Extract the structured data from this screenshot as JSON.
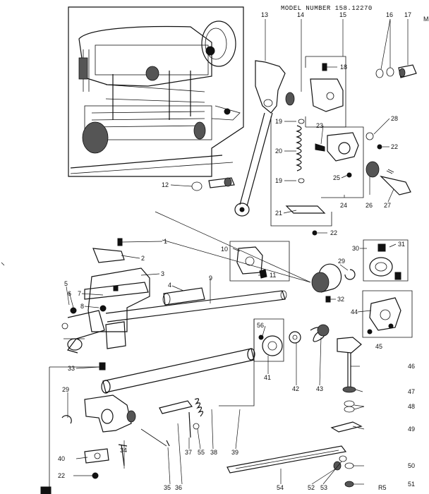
{
  "header": {
    "model_text": "MODEL NUMBER 158.12270",
    "edge_char": "M"
  },
  "footer": {
    "code": "R5"
  },
  "part_labels": [
    {
      "id": "p13",
      "text": "13"
    },
    {
      "id": "p14",
      "text": "14"
    },
    {
      "id": "p15",
      "text": "15"
    },
    {
      "id": "p16",
      "text": "16"
    },
    {
      "id": "p17",
      "text": "17"
    },
    {
      "id": "p18",
      "text": "18"
    },
    {
      "id": "p19a",
      "text": "19"
    },
    {
      "id": "p20",
      "text": "20"
    },
    {
      "id": "p19b",
      "text": "19"
    },
    {
      "id": "p21",
      "text": "21"
    },
    {
      "id": "p22a",
      "text": "22"
    },
    {
      "id": "p23",
      "text": "23"
    },
    {
      "id": "p28",
      "text": "28"
    },
    {
      "id": "p22b",
      "text": "22"
    },
    {
      "id": "p25",
      "text": "25"
    },
    {
      "id": "p24",
      "text": "24"
    },
    {
      "id": "p26",
      "text": "26"
    },
    {
      "id": "p27",
      "text": "27"
    },
    {
      "id": "p12",
      "text": "12"
    },
    {
      "id": "p10",
      "text": "10"
    },
    {
      "id": "p11",
      "text": "11"
    },
    {
      "id": "p1",
      "text": "1"
    },
    {
      "id": "p2",
      "text": "2"
    },
    {
      "id": "p3",
      "text": "3"
    },
    {
      "id": "p4",
      "text": "4"
    },
    {
      "id": "p9",
      "text": "9"
    },
    {
      "id": "p5",
      "text": "5"
    },
    {
      "id": "p6",
      "text": "6"
    },
    {
      "id": "p7",
      "text": "7"
    },
    {
      "id": "p8",
      "text": "8"
    },
    {
      "id": "p30",
      "text": "30"
    },
    {
      "id": "p31",
      "text": "31"
    },
    {
      "id": "p29a",
      "text": "29"
    },
    {
      "id": "p32",
      "text": "32"
    },
    {
      "id": "p44",
      "text": "44"
    },
    {
      "id": "p45",
      "text": "45"
    },
    {
      "id": "p56",
      "text": "56"
    },
    {
      "id": "p41",
      "text": "41"
    },
    {
      "id": "p42",
      "text": "42"
    },
    {
      "id": "p43",
      "text": "43"
    },
    {
      "id": "p46",
      "text": "46"
    },
    {
      "id": "p47",
      "text": "47"
    },
    {
      "id": "p48",
      "text": "48"
    },
    {
      "id": "p49",
      "text": "49"
    },
    {
      "id": "p50",
      "text": "50"
    },
    {
      "id": "p51",
      "text": "51"
    },
    {
      "id": "p33",
      "text": "33"
    },
    {
      "id": "p29b",
      "text": "29"
    },
    {
      "id": "p34",
      "text": "34"
    },
    {
      "id": "p37",
      "text": "37"
    },
    {
      "id": "p55",
      "text": "55"
    },
    {
      "id": "p38",
      "text": "38"
    },
    {
      "id": "p39",
      "text": "39"
    },
    {
      "id": "p40",
      "text": "40"
    },
    {
      "id": "p22c",
      "text": "22"
    },
    {
      "id": "p35",
      "text": "35"
    },
    {
      "id": "p36",
      "text": "36"
    },
    {
      "id": "p54",
      "text": "54"
    },
    {
      "id": "p52",
      "text": "52"
    },
    {
      "id": "p53",
      "text": "53"
    }
  ]
}
